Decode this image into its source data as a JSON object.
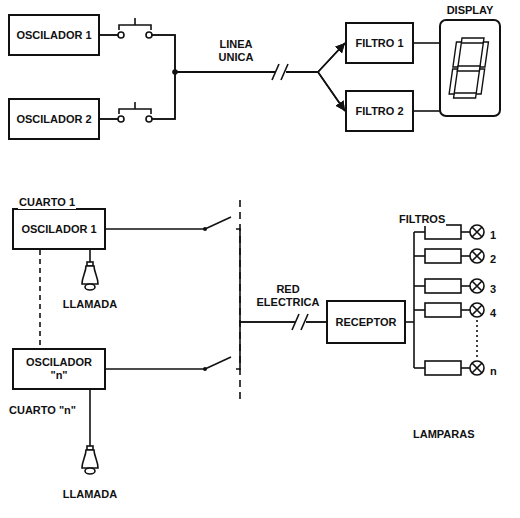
{
  "diagram": {
    "nodes": [
      {
        "text": [
          "OSCILADOR 1"
        ]
      },
      {
        "text": [
          "OSCILADOR 2"
        ]
      },
      {
        "text": [
          "FILTRO 1"
        ]
      },
      {
        "text": [
          "FILTRO 2"
        ]
      },
      {
        "text": [
          "DISPLAY"
        ]
      },
      {
        "text": [
          "OSCILADOR 1"
        ]
      },
      {
        "text": [
          "OSCILADOR \"n\""
        ]
      },
      {
        "text": [
          "RECEPTOR"
        ]
      }
    ],
    "edges": [
      {
        "from": 0,
        "to": 2,
        "arrow": "to"
      },
      {
        "from": 0,
        "to": 3,
        "arrow": "to"
      },
      {
        "from": 1,
        "to": 2,
        "arrow": "to"
      },
      {
        "from": 1,
        "to": 3,
        "arrow": "to"
      },
      {
        "from": 2,
        "to": 4,
        "arrow": "none"
      },
      {
        "from": 3,
        "to": 4,
        "arrow": "none"
      },
      {
        "from": 5,
        "to": 7,
        "arrow": "none"
      },
      {
        "from": 6,
        "to": 7,
        "arrow": "none"
      }
    ],
    "labels": [
      "LINEA UNICA",
      "CUARTO 1",
      "LLAMADA",
      "RED ELECTRICA",
      "FILTROS",
      "1",
      "2",
      "3",
      "4",
      "n",
      "LAMPARAS",
      "LLAMADA",
      "CUARTO \"n\""
    ]
  }
}
